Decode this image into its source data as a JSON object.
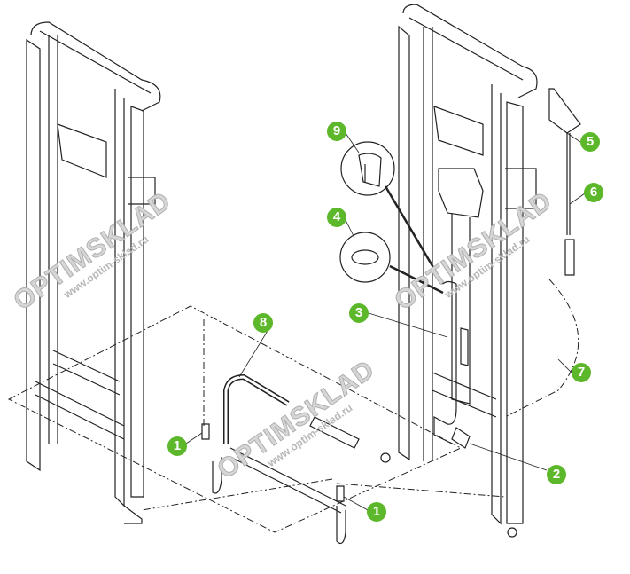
{
  "colors": {
    "callout": "#5cb82a",
    "line": "#222222",
    "watermark": "#c8c8c8"
  },
  "watermark": {
    "brand": "OPTIMSKLAD",
    "url": "www.optim-sklad.ru"
  },
  "callouts": [
    {
      "number": "9",
      "part": "sleeve"
    },
    {
      "number": "4",
      "part": "hose-clamp"
    },
    {
      "number": "3",
      "part": "hose"
    },
    {
      "number": "8",
      "part": "flexible-hose"
    },
    {
      "number": "5",
      "part": "fitting"
    },
    {
      "number": "6",
      "part": "pipe"
    },
    {
      "number": "7",
      "part": "hose-route"
    },
    {
      "number": "2",
      "part": "elbow-fitting"
    },
    {
      "number": "1",
      "part": "fitting-left"
    },
    {
      "number": "1",
      "part": "fitting-right"
    }
  ]
}
